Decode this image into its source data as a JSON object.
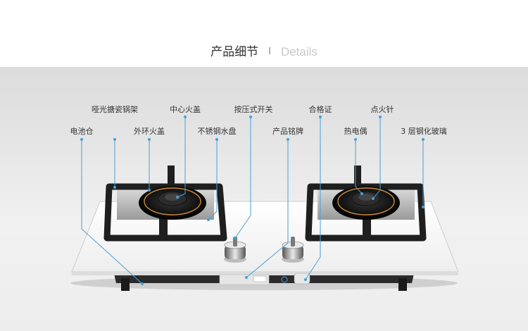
{
  "header": {
    "title_cn": "产品细节",
    "separator": "I",
    "title_en": "Details"
  },
  "callouts": {
    "enamel_rack": "哑光搪瓷锅架",
    "center_cap": "中心火盖",
    "push_switch": "按压式开关",
    "certificate": "合格证",
    "igniter": "点火针",
    "battery_box": "电池仓",
    "outer_cap": "外环火盖",
    "steel_tray": "不锈钢水盘",
    "nameplate": "产品铭牌",
    "thermocouple": "热电偶",
    "glass_panel": "3 层钢化玻璃"
  },
  "colors": {
    "leader_line": "#4a9fd8",
    "stage_bg": "#e4e4e4",
    "glass": "#f7f7f7",
    "cast_iron": "#1f1f1f"
  }
}
